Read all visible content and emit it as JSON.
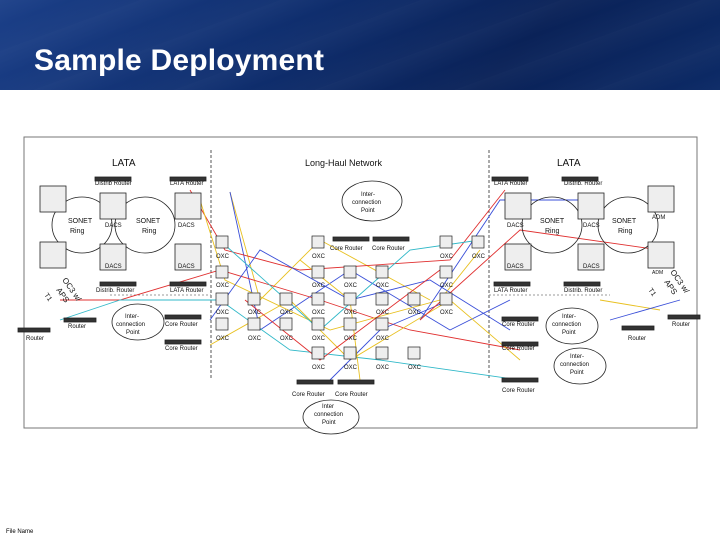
{
  "slide": {
    "title": "Sample Deployment",
    "footer": "File Name"
  },
  "diagram": {
    "regions": {
      "left": "LATA",
      "center": "Long-Haul Network",
      "right": "LATA"
    },
    "labels": {
      "distrib_router": "Distrib Router",
      "lata_router": "LATA Router",
      "sonet_ring": "SONET Ring",
      "dacs": "DACS",
      "oxc": "OXC",
      "distrib_router_dot": "Distrib. Router",
      "core_router": "Core Router",
      "router": "Router",
      "interconnection_point": "Inter-connection Point",
      "adm": "ADM",
      "oc3": "OC3 w/ APS",
      "t1": "T1"
    },
    "colors": {
      "banner": "#0f2e6e",
      "link_red": "#e03030",
      "link_blue": "#3a4fd8",
      "link_yellow": "#e8c020",
      "link_cyan": "#30b8c8"
    }
  }
}
